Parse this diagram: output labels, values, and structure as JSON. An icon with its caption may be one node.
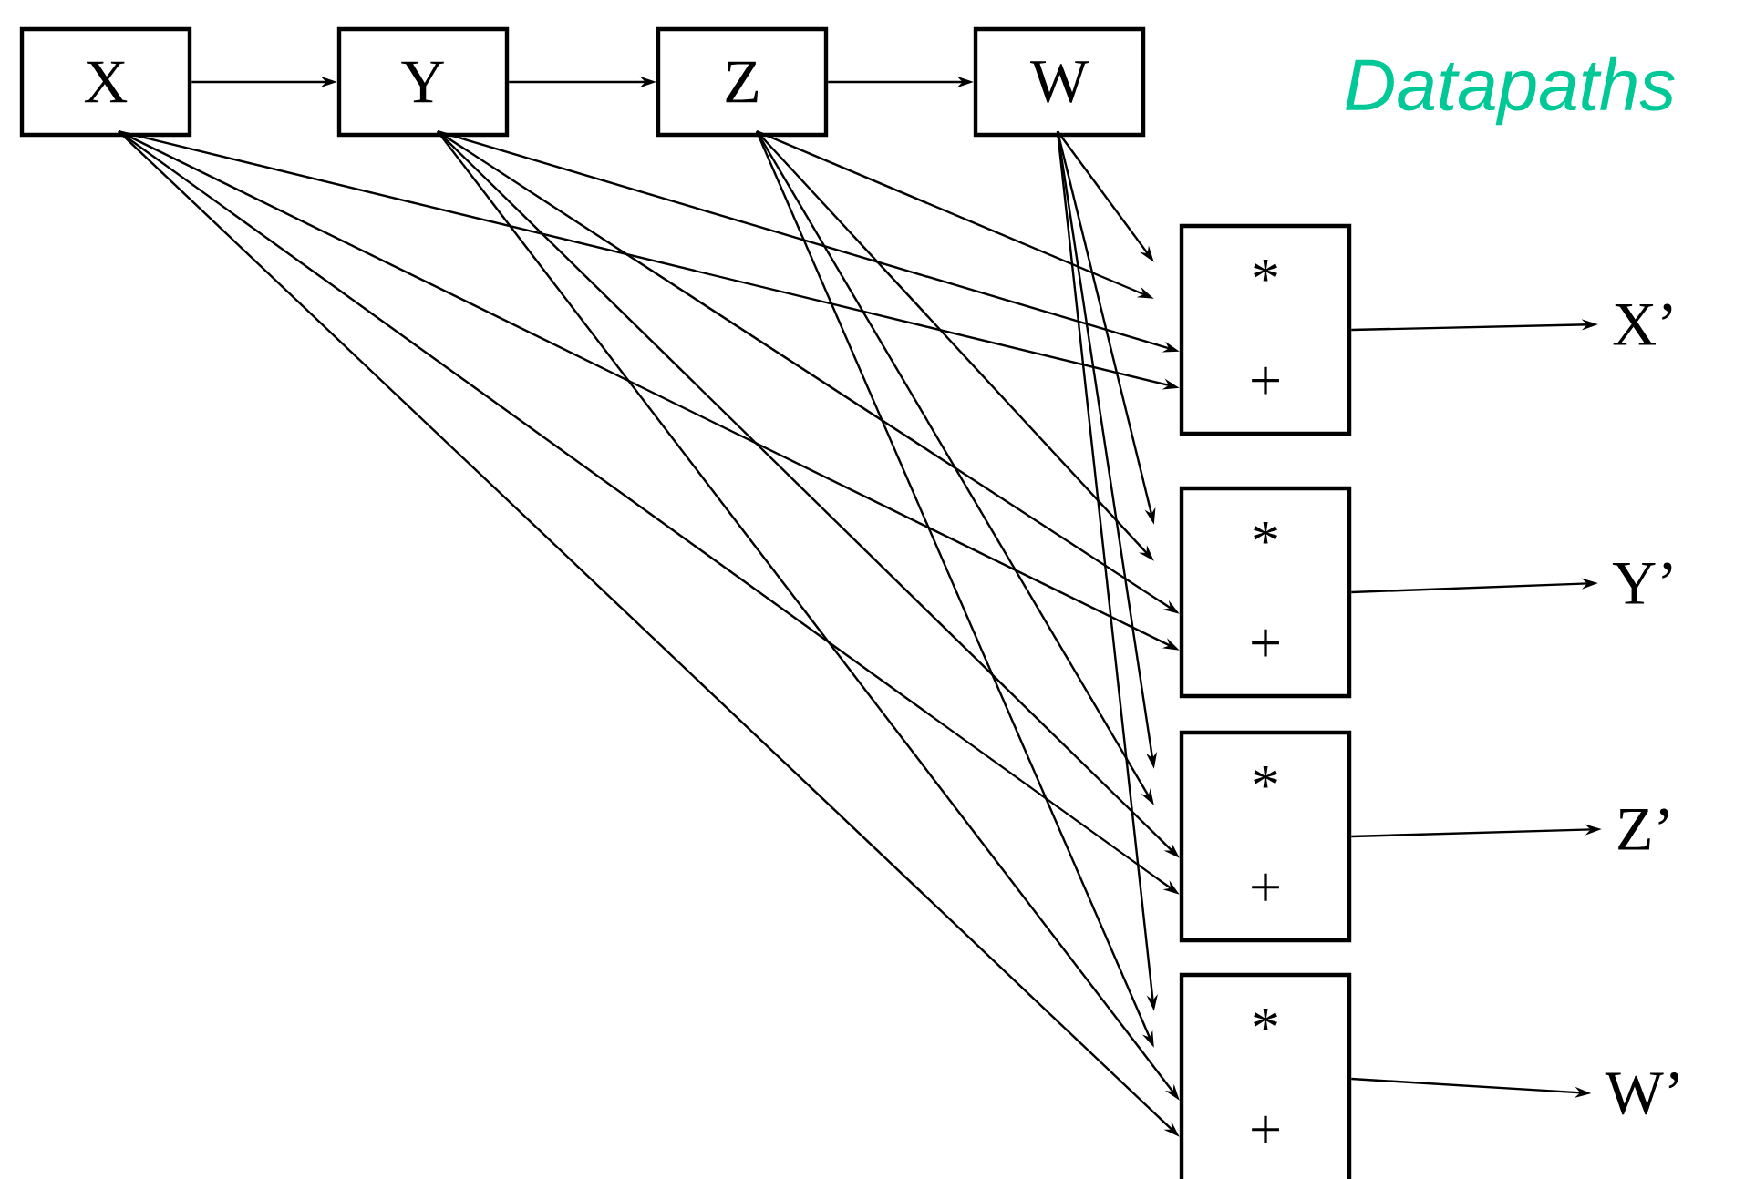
{
  "diagram": {
    "title": "Datapaths",
    "nodes": [
      {
        "text": [
          "X"
        ]
      },
      {
        "text": [
          "Y"
        ]
      },
      {
        "text": [
          "Z"
        ]
      },
      {
        "text": [
          "W"
        ]
      },
      {
        "text": [
          "*",
          "+"
        ]
      },
      {
        "text": [
          "*",
          "+"
        ]
      },
      {
        "text": [
          "*",
          "+"
        ]
      },
      {
        "text": [
          "*",
          "+"
        ]
      },
      {
        "text": [
          "X’"
        ]
      },
      {
        "text": [
          "Y’"
        ]
      },
      {
        "text": [
          "Z’"
        ]
      },
      {
        "text": [
          "W’"
        ]
      }
    ],
    "edges": [
      {
        "from": 0,
        "to": 1,
        "arrow": "to"
      },
      {
        "from": 1,
        "to": 2,
        "arrow": "to"
      },
      {
        "from": 2,
        "to": 3,
        "arrow": "to"
      },
      {
        "from": 0,
        "to": 4,
        "arrow": "to"
      },
      {
        "from": 0,
        "to": 5,
        "arrow": "to"
      },
      {
        "from": 0,
        "to": 6,
        "arrow": "to"
      },
      {
        "from": 0,
        "to": 7,
        "arrow": "to"
      },
      {
        "from": 1,
        "to": 4,
        "arrow": "to"
      },
      {
        "from": 1,
        "to": 5,
        "arrow": "to"
      },
      {
        "from": 1,
        "to": 6,
        "arrow": "to"
      },
      {
        "from": 1,
        "to": 7,
        "arrow": "to"
      },
      {
        "from": 2,
        "to": 4,
        "arrow": "to"
      },
      {
        "from": 2,
        "to": 5,
        "arrow": "to"
      },
      {
        "from": 2,
        "to": 6,
        "arrow": "to"
      },
      {
        "from": 2,
        "to": 7,
        "arrow": "to"
      },
      {
        "from": 3,
        "to": 4,
        "arrow": "to"
      },
      {
        "from": 3,
        "to": 5,
        "arrow": "to"
      },
      {
        "from": 3,
        "to": 6,
        "arrow": "to"
      },
      {
        "from": 3,
        "to": 7,
        "arrow": "to"
      },
      {
        "from": 4,
        "to": 8,
        "arrow": "to"
      },
      {
        "from": 5,
        "to": 9,
        "arrow": "to"
      },
      {
        "from": 6,
        "to": 10,
        "arrow": "to"
      },
      {
        "from": 7,
        "to": 11,
        "arrow": "to"
      }
    ]
  }
}
